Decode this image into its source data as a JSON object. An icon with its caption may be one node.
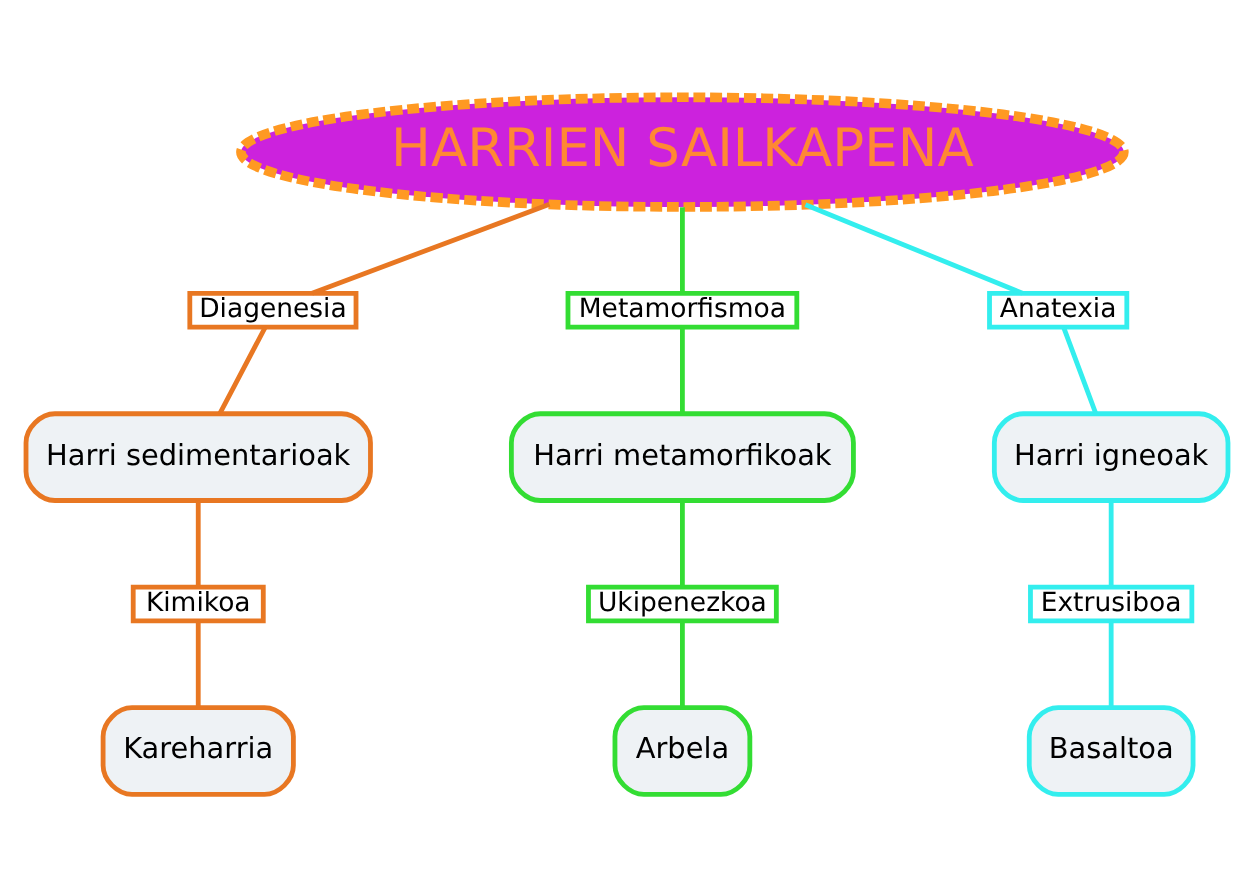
{
  "diagram": {
    "nodes": [
      {
        "text": [
          "HARRIEN SAILKAPENA"
        ]
      },
      {
        "text": [
          "Diagenesia"
        ]
      },
      {
        "text": [
          "Metamorfismoa"
        ]
      },
      {
        "text": [
          "Anatexia"
        ]
      },
      {
        "text": [
          "Harri sedimentarioak"
        ]
      },
      {
        "text": [
          "Harri metamorfikoak"
        ]
      },
      {
        "text": [
          "Harri igneoak"
        ]
      },
      {
        "text": [
          "Kimikoa"
        ]
      },
      {
        "text": [
          "Ukipenezkoa"
        ]
      },
      {
        "text": [
          "Extrusiboa"
        ]
      },
      {
        "text": [
          "Kareharria"
        ]
      },
      {
        "text": [
          "Arbela"
        ]
      },
      {
        "text": [
          "Basaltoa"
        ]
      }
    ],
    "edges": [
      {
        "from": 0,
        "to": 1,
        "arrow": "none",
        "color": "#e87722"
      },
      {
        "from": 1,
        "to": 4,
        "arrow": "none",
        "color": "#e87722"
      },
      {
        "from": 4,
        "to": 7,
        "arrow": "none",
        "color": "#e87722"
      },
      {
        "from": 7,
        "to": 10,
        "arrow": "none",
        "color": "#e87722"
      },
      {
        "from": 0,
        "to": 2,
        "arrow": "none",
        "color": "#33dd33"
      },
      {
        "from": 2,
        "to": 5,
        "arrow": "none",
        "color": "#33dd33"
      },
      {
        "from": 5,
        "to": 8,
        "arrow": "none",
        "color": "#33dd33"
      },
      {
        "from": 8,
        "to": 11,
        "arrow": "none",
        "color": "#33dd33"
      },
      {
        "from": 0,
        "to": 3,
        "arrow": "none",
        "color": "#33eeee"
      },
      {
        "from": 3,
        "to": 6,
        "arrow": "none",
        "color": "#33eeee"
      },
      {
        "from": 6,
        "to": 9,
        "arrow": "none",
        "color": "#33eeee"
      },
      {
        "from": 9,
        "to": 12,
        "arrow": "none",
        "color": "#33eeee"
      }
    ]
  }
}
